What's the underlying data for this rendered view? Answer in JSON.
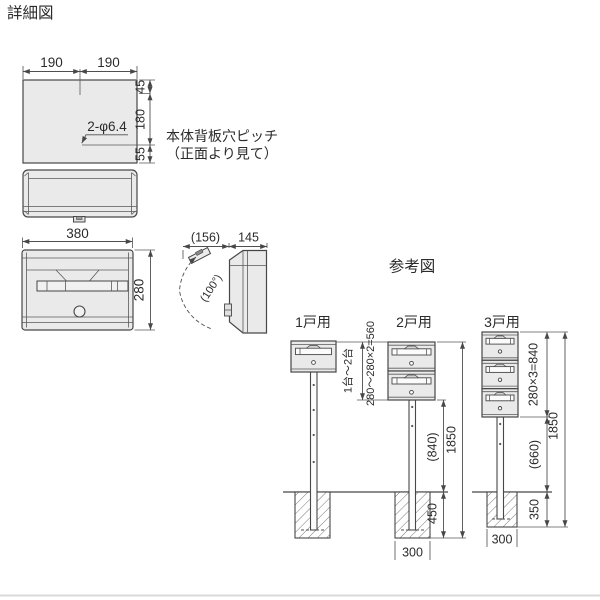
{
  "page": {
    "title": "詳細図",
    "bottom_rule_color": "#d9d9d9"
  },
  "rear_panel": {
    "dim_width_left": "190",
    "dim_width_right": "190",
    "dim_top": "45",
    "dim_mid": "180",
    "dim_bottom": "55",
    "hole_label": "2-φ6.4",
    "note_line1": "本体背板穴ピッチ",
    "note_line2": "（正面より見て）"
  },
  "front_view": {
    "dim_width": "380",
    "dim_height": "280"
  },
  "side_view": {
    "dim_open_depth": "(156)",
    "dim_depth": "145",
    "open_angle": "(100°)"
  },
  "reference": {
    "title": "参考図",
    "col1_label": "1戸用",
    "col2_label": "2戸用",
    "col3_label": "3戸用",
    "dim_units_range": "1台～2台",
    "dim_stack_2": "280～280×2=560",
    "dim_ground_to_box": "(840)",
    "dim_total_2": "1850",
    "dim_foundation_depth_2": "450",
    "dim_foundation_width_2": "300",
    "dim_stack_3": "280×3=840",
    "dim_ground_to_box_3": "(660)",
    "dim_foundation_depth_3": "350",
    "dim_foundation_width_3": "300",
    "dim_total_3": "1850"
  },
  "colors": {
    "line": "#474747",
    "panel_fill": "#eaeaea",
    "background": "#ffffff"
  }
}
